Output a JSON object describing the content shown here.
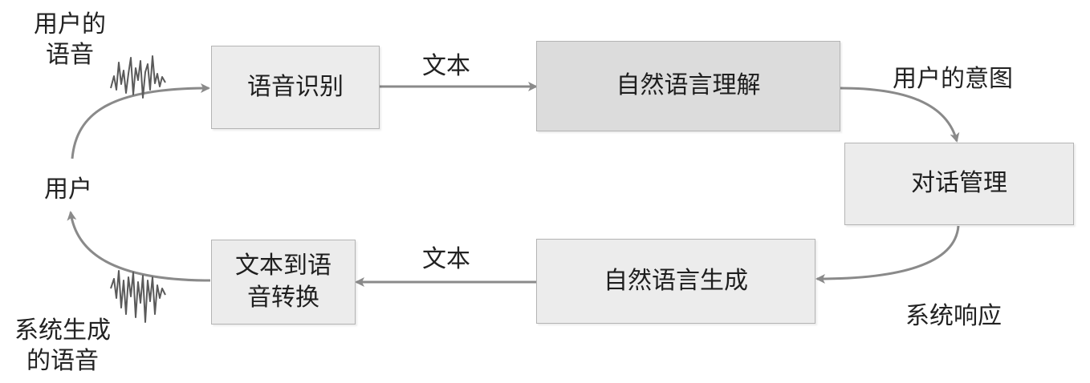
{
  "nodes": {
    "asr": {
      "label": "语音识别"
    },
    "nlu": {
      "label": "自然语言理解"
    },
    "dm": {
      "label": "对话管理"
    },
    "nlg": {
      "label": "自然语言生成"
    },
    "tts": {
      "label_line1": "文本到语",
      "label_line2": "音转换"
    }
  },
  "labels": {
    "user_speech_line1": "用户的",
    "user_speech_line2": "语音",
    "text_top": "文本",
    "user_intent": "用户的意图",
    "user": "用户",
    "text_bottom": "文本",
    "system_response": "系统响应",
    "system_speech_line1": "系统生成",
    "system_speech_line2": "的语音"
  },
  "colors": {
    "box_fill": "#ececec",
    "box_fill_dark": "#dcdcdc",
    "box_border": "#b4b4b4",
    "arrow": "#8a8a8a",
    "text": "#222222"
  }
}
